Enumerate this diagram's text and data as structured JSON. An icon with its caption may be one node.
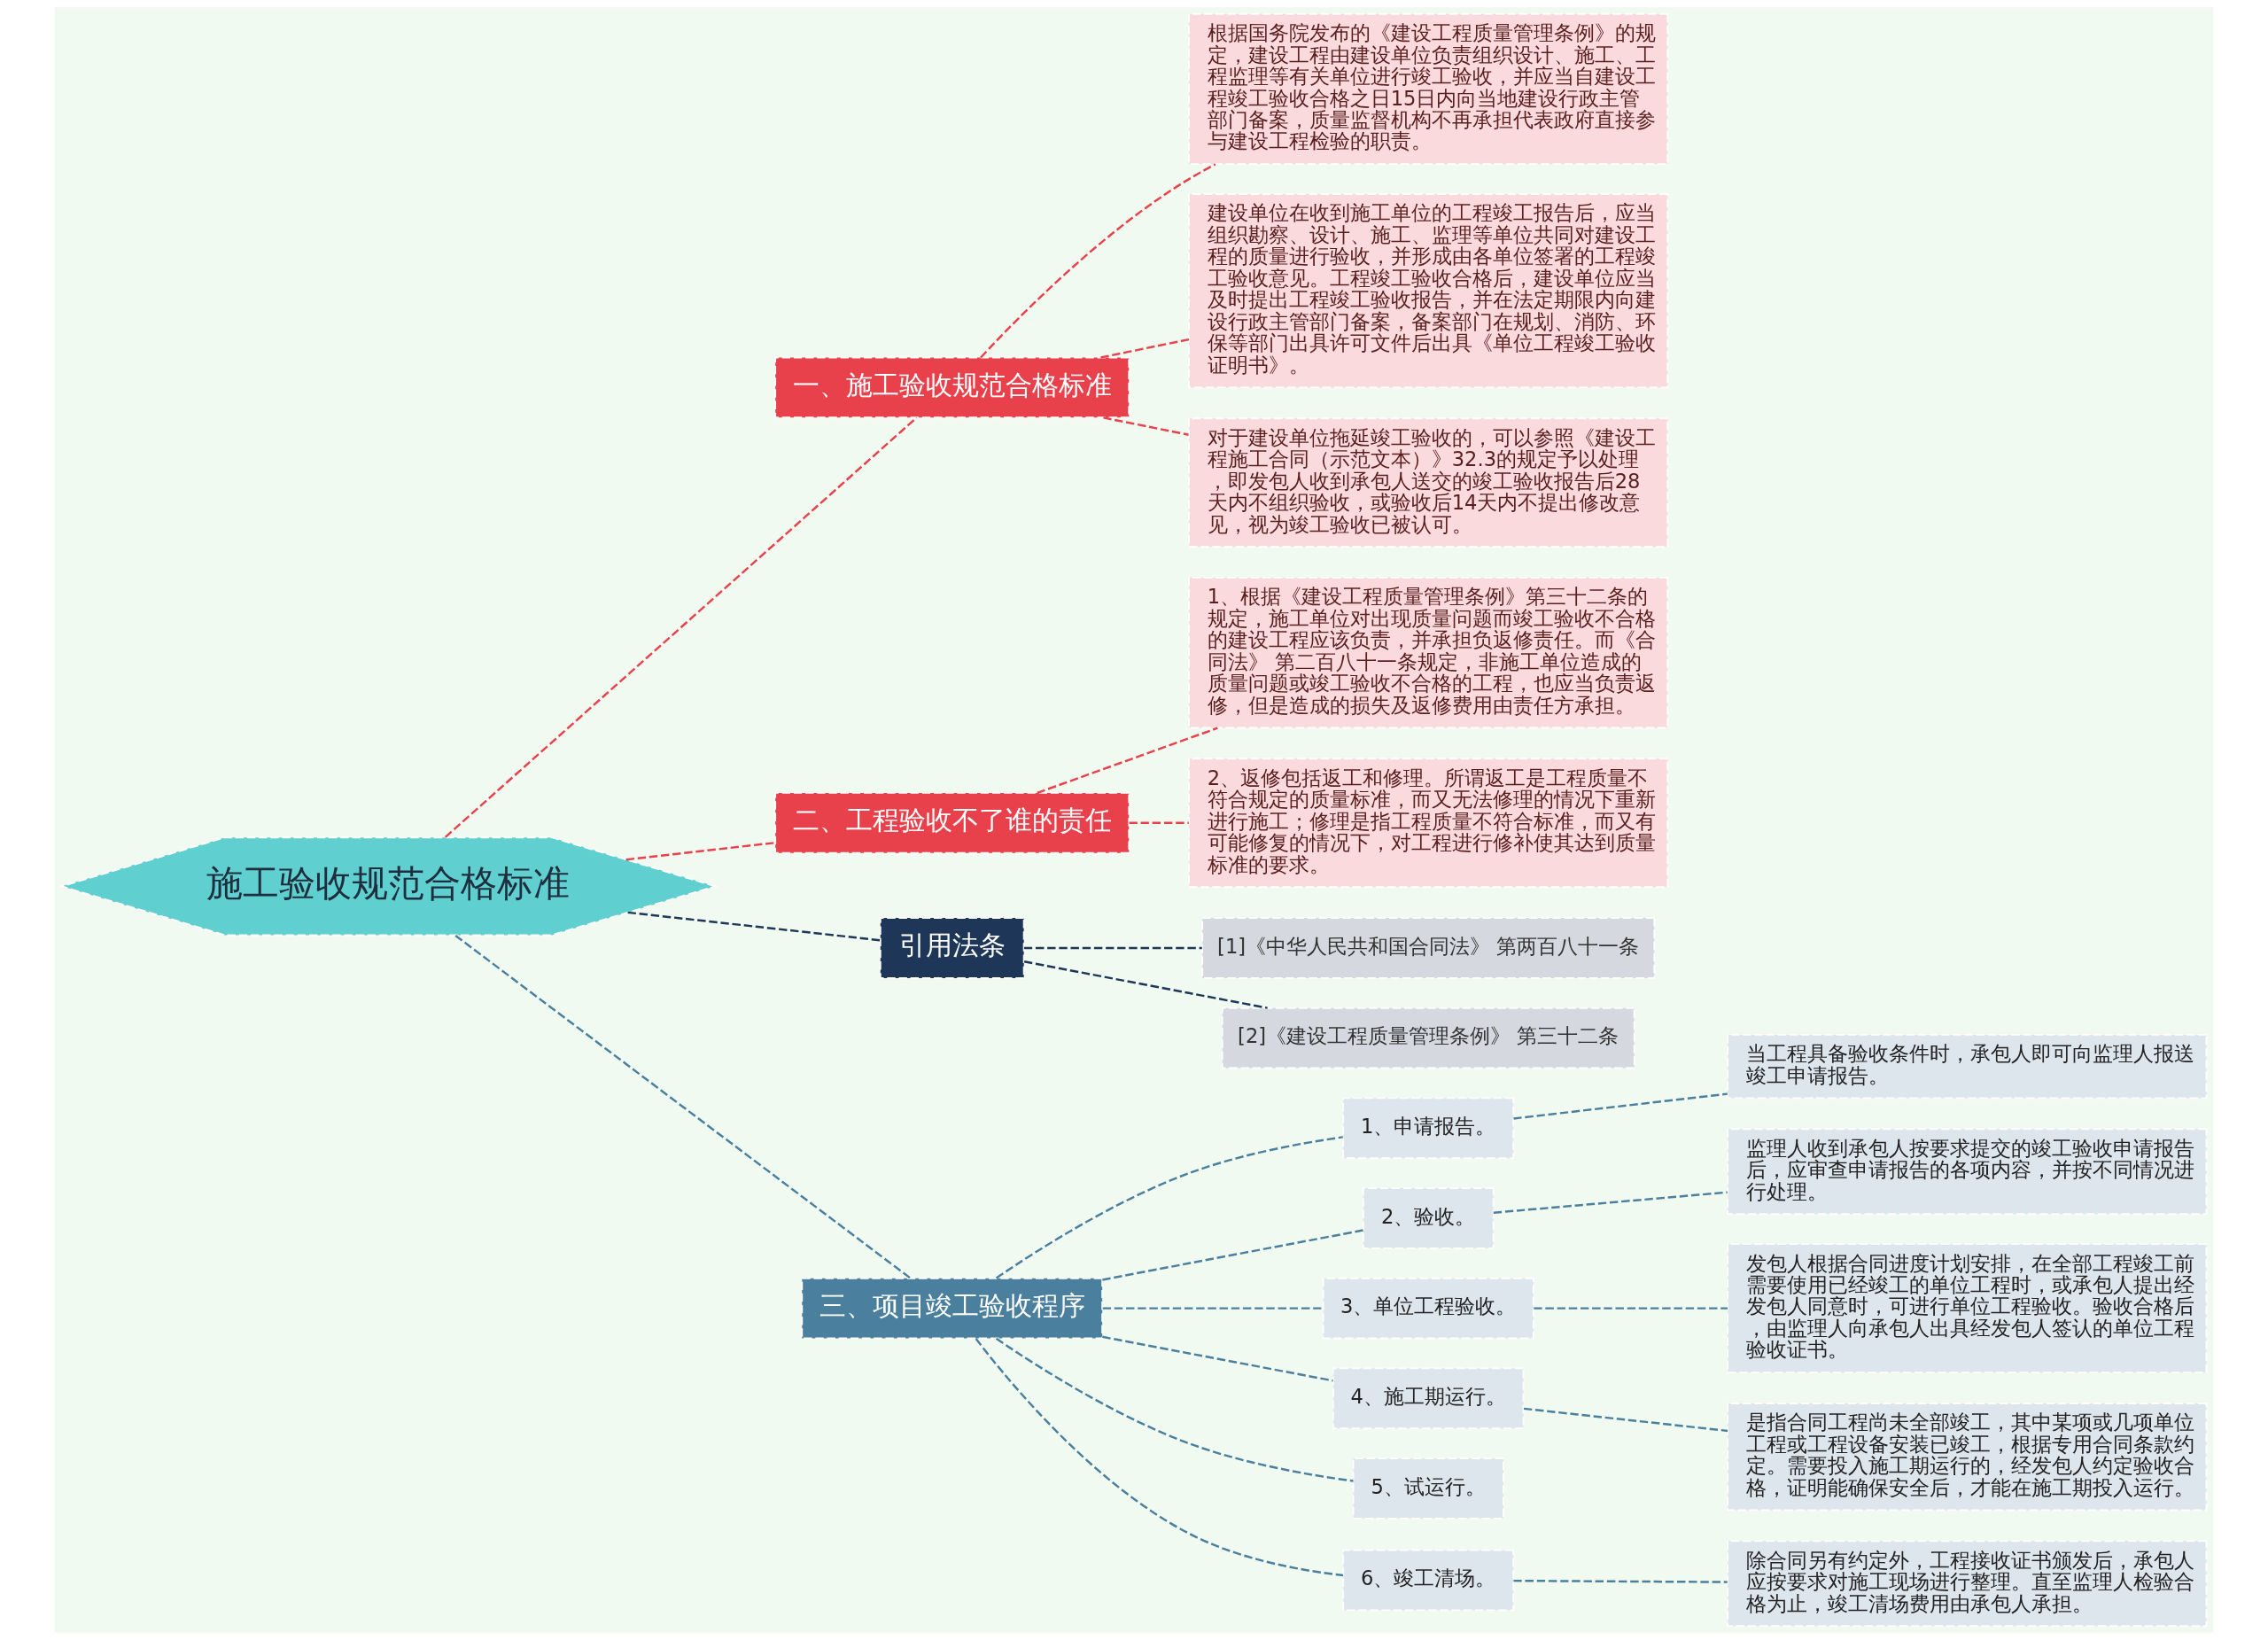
{
  "diagram": {
    "nodes": [
      {
        "text": [
          "施工验收规范合格标准"
        ]
      },
      {
        "text": [
          "一、施工验收规范合格标准"
        ]
      },
      {
        "text": [
          "根据国务院发布的《建设工程质量管理条例》的规定，建设工程由建设单位负责组织设计、施工、工程监理等有关单位进行竣工验收，并应当自建设工程竣工验收合格之日15日内向当地建设行政主管部门备案，质量监督机构不再承担代表政府直接参与建设工程检验的职责。"
        ]
      },
      {
        "text": [
          "建设单位在收到施工单位的工程竣工报告后，应当组织勘察、设计、施工、监理等单位共同对建设工程的质量进行验收，并形成由各单位签署的工程竣工验收意见。工程竣工验收合格后，建设单位应当及时提出工程竣工验收报告，并在法定期限内向建设行政主管部门备案，备案部门在规划、消防、环保等部门出具许可文件后出具《单位工程竣工验收证明书》。"
        ]
      },
      {
        "text": [
          "对于建设单位拖延竣工验收的，可以参照《建设工程施工合同（示范文本）》32.3的规定予以处理，即发包人收到承包人送交的竣工验收报告后28天内不组织验收，或验收后14天内不提出修改意见，视为竣工验收已被认可。"
        ]
      },
      {
        "text": [
          "二、工程验收不了谁的责任"
        ]
      },
      {
        "text": [
          "1、根据《建设工程质量管理条例》第三十二条的规定，施工单位对出现质量问题而竣工验收不合格的建设工程应该负责，并承担负返修责任。而《合同法》 第二百八十一条规定，非施工单位造成的质量问题或竣工验收不合格的工程，也应当负责返修，但是造成的损失及返修费用由责任方承担。"
        ]
      },
      {
        "text": [
          "2、返修包括返工和修理。所谓返工是工程质量不符合规定的质量标准，而又无法修理的情况下重新进行施工；修理是指工程质量不符合标准，而又有可能修复的情况下，对工程进行修补使其达到质量标准的要求。"
        ]
      },
      {
        "text": [
          "引用法条"
        ]
      },
      {
        "text": [
          "[1]《中华人民共和国合同法》 第两百八十一条"
        ]
      },
      {
        "text": [
          "[2]《建设工程质量管理条例》 第三十二条"
        ]
      },
      {
        "text": [
          "三、项目竣工验收程序"
        ]
      },
      {
        "text": [
          "1、申请报告。"
        ]
      },
      {
        "text": [
          "当工程具备验收条件时，承包人即可向监理人报送竣工申请报告。"
        ]
      },
      {
        "text": [
          "2、验收。"
        ]
      },
      {
        "text": [
          "监理人收到承包人按要求提交的竣工验收申请报告后，应审查申请报告的各项内容，并按不同情况进行处理。"
        ]
      },
      {
        "text": [
          "3、单位工程验收。"
        ]
      },
      {
        "text": [
          "发包人根据合同进度计划安排，在全部工程竣工前需要使用已经竣工的单位工程时，或承包人提出经发包人同意时，可进行单位工程验收。验收合格后，由监理人向承包人出具经发包人签认的单位工程验收证书。"
        ]
      },
      {
        "text": [
          "4、施工期运行。"
        ]
      },
      {
        "text": [
          "是指合同工程尚未全部竣工，其中某项或几项单位工程或工程设备安装已竣工，根据专用合同条款约定。需要投入施工期运行的，经发包人约定验收合格，证明能确保安全后，才能在施工期投入运行。"
        ]
      },
      {
        "text": [
          "5、试运行。"
        ]
      },
      {
        "text": [
          "6、竣工清场。"
        ]
      },
      {
        "text": [
          "除合同另有约定外，工程接收证书颁发后，承包人应按要求对施工现场进行整理。直至监理人检验合格为止，竣工清场费用由承包人承担。"
        ]
      }
    ],
    "edges": [
      {
        "from": 0,
        "to": 1,
        "arrow": "none",
        "style": "dashed",
        "color": "#e8414b"
      },
      {
        "from": 1,
        "to": 2,
        "arrow": "none",
        "style": "dashed",
        "color": "#e8414b"
      },
      {
        "from": 1,
        "to": 3,
        "arrow": "none",
        "style": "dashed",
        "color": "#e8414b"
      },
      {
        "from": 1,
        "to": 4,
        "arrow": "none",
        "style": "dashed",
        "color": "#e8414b"
      },
      {
        "from": 0,
        "to": 5,
        "arrow": "none",
        "style": "dashed",
        "color": "#e8414b"
      },
      {
        "from": 5,
        "to": 6,
        "arrow": "none",
        "style": "dashed",
        "color": "#e8414b"
      },
      {
        "from": 5,
        "to": 7,
        "arrow": "none",
        "style": "dashed",
        "color": "#e8414b"
      },
      {
        "from": 0,
        "to": 8,
        "arrow": "none",
        "style": "dashed",
        "color": "#1e3657"
      },
      {
        "from": 8,
        "to": 9,
        "arrow": "none",
        "style": "dashed",
        "color": "#1e3657"
      },
      {
        "from": 8,
        "to": 10,
        "arrow": "none",
        "style": "dashed",
        "color": "#1e3657"
      },
      {
        "from": 0,
        "to": 11,
        "arrow": "none",
        "style": "dashed"
      },
      {
        "from": 11,
        "to": 12,
        "arrow": "none",
        "style": "dashed"
      },
      {
        "from": 12,
        "to": 13,
        "arrow": "none",
        "style": "dashed"
      },
      {
        "from": 11,
        "to": 14,
        "arrow": "none",
        "style": "dashed"
      },
      {
        "from": 14,
        "to": 15,
        "arrow": "none",
        "style": "dashed"
      },
      {
        "from": 11,
        "to": 16,
        "arrow": "none",
        "style": "dashed"
      },
      {
        "from": 16,
        "to": 17,
        "arrow": "none",
        "style": "dashed"
      },
      {
        "from": 11,
        "to": 18,
        "arrow": "none",
        "style": "dashed"
      },
      {
        "from": 18,
        "to": 19,
        "arrow": "none",
        "style": "dashed"
      },
      {
        "from": 11,
        "to": 20,
        "arrow": "none",
        "style": "dashed"
      },
      {
        "from": 11,
        "to": 21,
        "arrow": "none",
        "style": "dashed"
      },
      {
        "from": 21,
        "to": 22,
        "arrow": "none",
        "style": "dashed"
      }
    ]
  }
}
